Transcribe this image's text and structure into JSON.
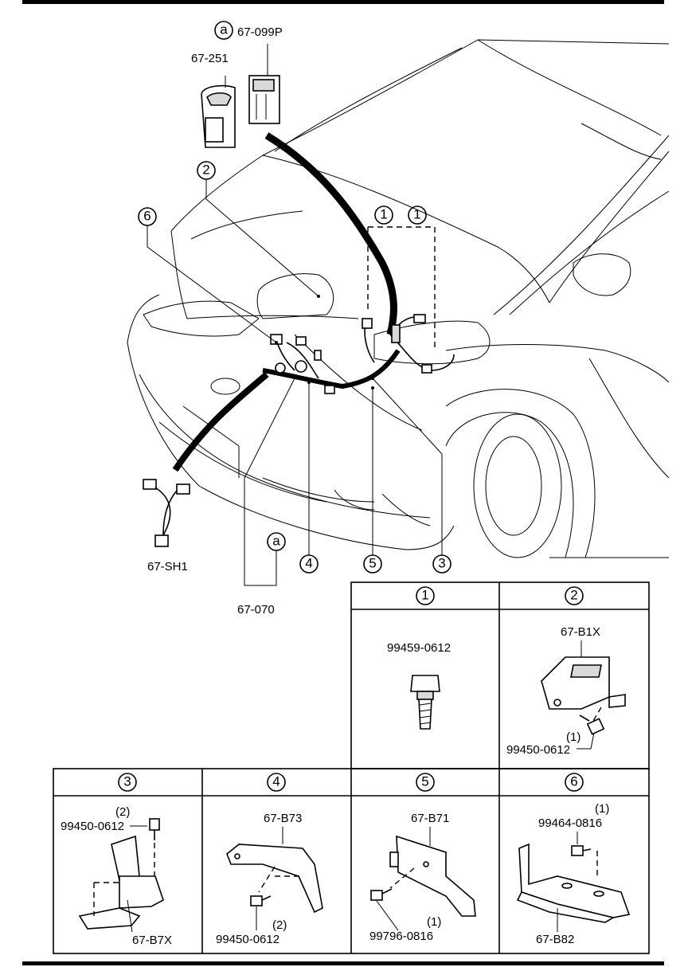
{
  "callouts": {
    "c1a": "1",
    "c1b": "1",
    "c2": "2",
    "c3": "3",
    "c4": "4",
    "c5": "5",
    "c6": "6",
    "a_top": "a",
    "a_bottom": "a"
  },
  "parts": {
    "p67_099P": "67-099P",
    "p67_251": "67-251",
    "p67_SH1": "67-SH1",
    "p67_070": "67-070"
  },
  "table": {
    "top_headers": [
      "1",
      "2"
    ],
    "bottom_headers": [
      "3",
      "4",
      "5",
      "6"
    ],
    "cell1": {
      "part": "99459-0612"
    },
    "cell2": {
      "part": "67-B1X",
      "bolt": "99450-0612",
      "qty": "(1)"
    },
    "cell3": {
      "part": "67-B7X",
      "bolt": "99450-0612",
      "qty": "(2)"
    },
    "cell4": {
      "part": "67-B73",
      "bolt": "99450-0612",
      "qty": "(2)"
    },
    "cell5": {
      "part": "67-B71",
      "bolt": "99796-0816",
      "qty": "(1)"
    },
    "cell6": {
      "part": "67-B82",
      "bolt": "99464-0816",
      "qty": "(1)"
    }
  }
}
